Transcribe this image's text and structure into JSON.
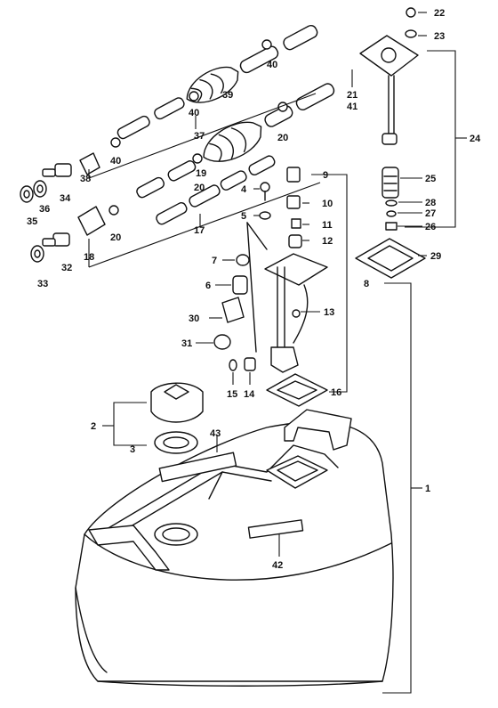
{
  "diagram": {
    "colors": {
      "ink": "#111111",
      "paper": "#ffffff"
    },
    "callouts": {
      "c1": "1",
      "c2": "2",
      "c3": "3",
      "c4": "4",
      "c5": "5",
      "c6": "6",
      "c7": "7",
      "c8": "8",
      "c9": "9",
      "c10": "10",
      "c11": "11",
      "c12": "12",
      "c13": "13",
      "c14": "14",
      "c15": "15",
      "c16": "16",
      "c17": "17",
      "c18": "18",
      "c19": "19",
      "c20a": "20",
      "c20b": "20",
      "c20c": "20",
      "c21": "21",
      "c22": "22",
      "c23": "23",
      "c24": "24",
      "c25": "25",
      "c26": "26",
      "c27": "27",
      "c28": "28",
      "c29": "29",
      "c30": "30",
      "c31": "31",
      "c32": "32",
      "c33": "33",
      "c34": "34",
      "c35": "35",
      "c36": "36",
      "c37": "37",
      "c38": "38",
      "c39": "39",
      "c40a": "40",
      "c40b": "40",
      "c40c": "40",
      "c41": "41",
      "c42": "42",
      "c43": "43"
    }
  }
}
